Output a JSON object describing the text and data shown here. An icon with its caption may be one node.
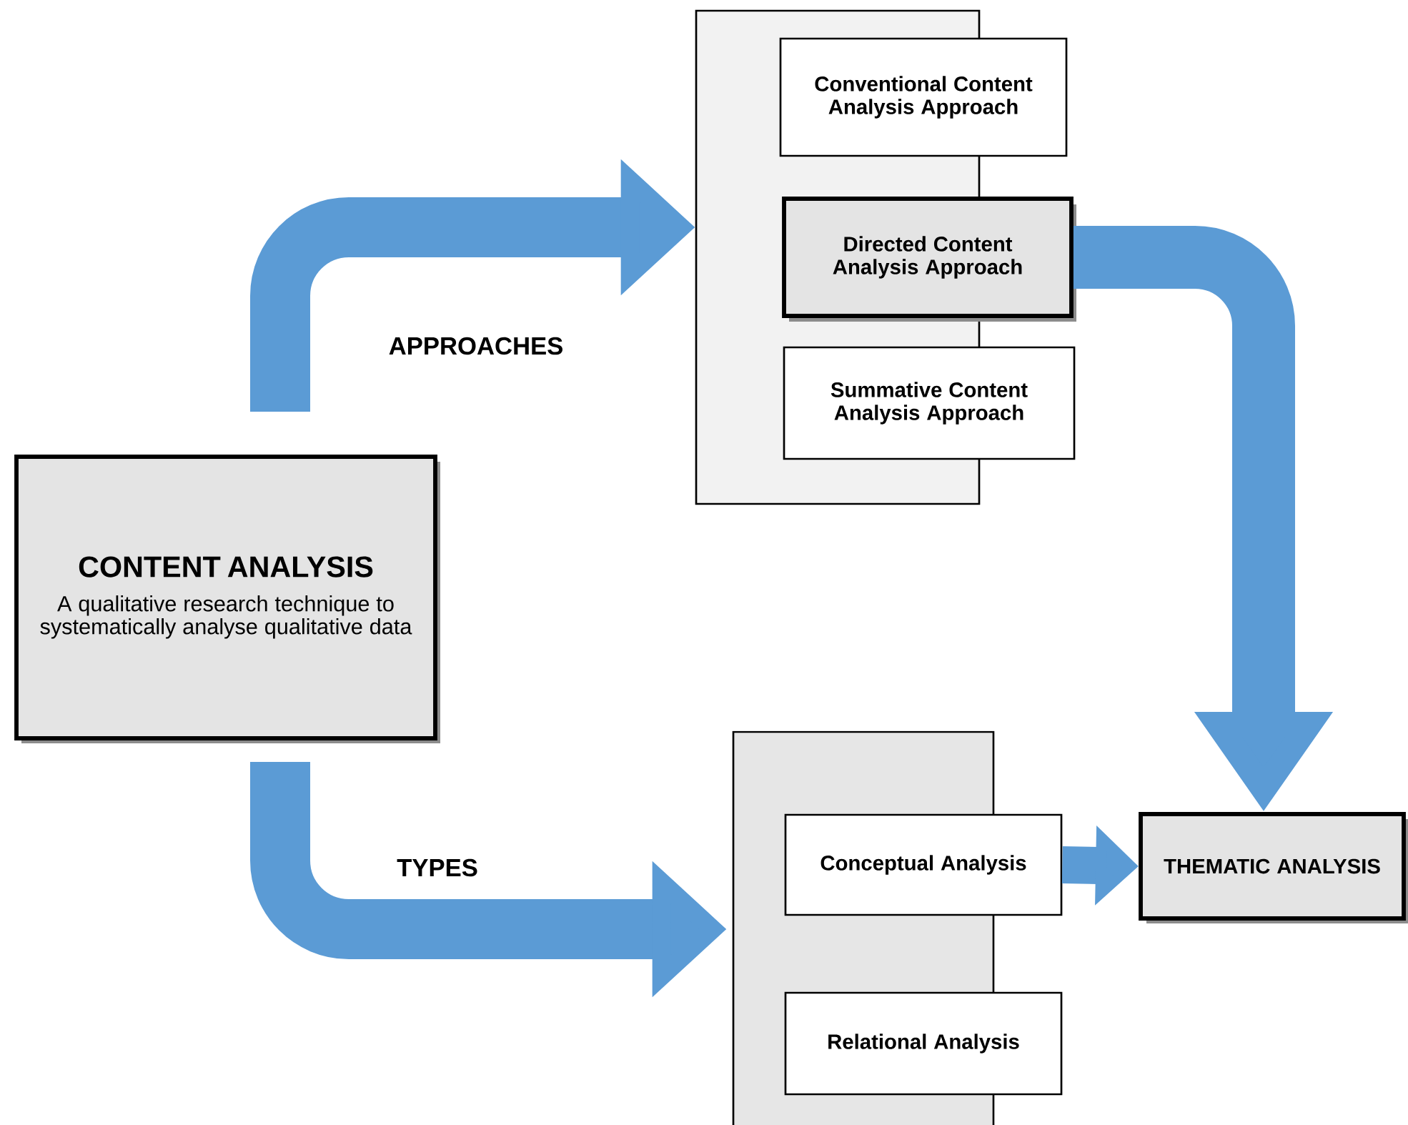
{
  "diagram": {
    "nodes": [
      {
        "text": [
          "CONTENT ANALYSIS",
          "A qualitative research technique to systematically analyse qualitative data"
        ]
      },
      {
        "text": [],
        "shape": "box"
      },
      {
        "text": [
          "Conventional Content Analysis Approach"
        ]
      },
      {
        "text": [
          "Directed Content Analysis Approach"
        ]
      },
      {
        "text": [
          "Summative Content Analysis Approach"
        ]
      },
      {
        "text": [],
        "shape": "box"
      },
      {
        "text": [
          "Conceptual Analysis"
        ]
      },
      {
        "text": [
          "Relational Analysis"
        ]
      },
      {
        "text": [
          "THEMATIC ANALYSIS"
        ]
      }
    ],
    "edges": [
      {
        "from": 0,
        "to": 1,
        "arrow": "to",
        "label": "APPROACHES"
      },
      {
        "from": 0,
        "to": 5,
        "arrow": "to",
        "label": "TYPES"
      },
      {
        "from": 3,
        "to": 8,
        "arrow": "to"
      },
      {
        "from": 6,
        "to": 8,
        "arrow": "to"
      }
    ]
  }
}
